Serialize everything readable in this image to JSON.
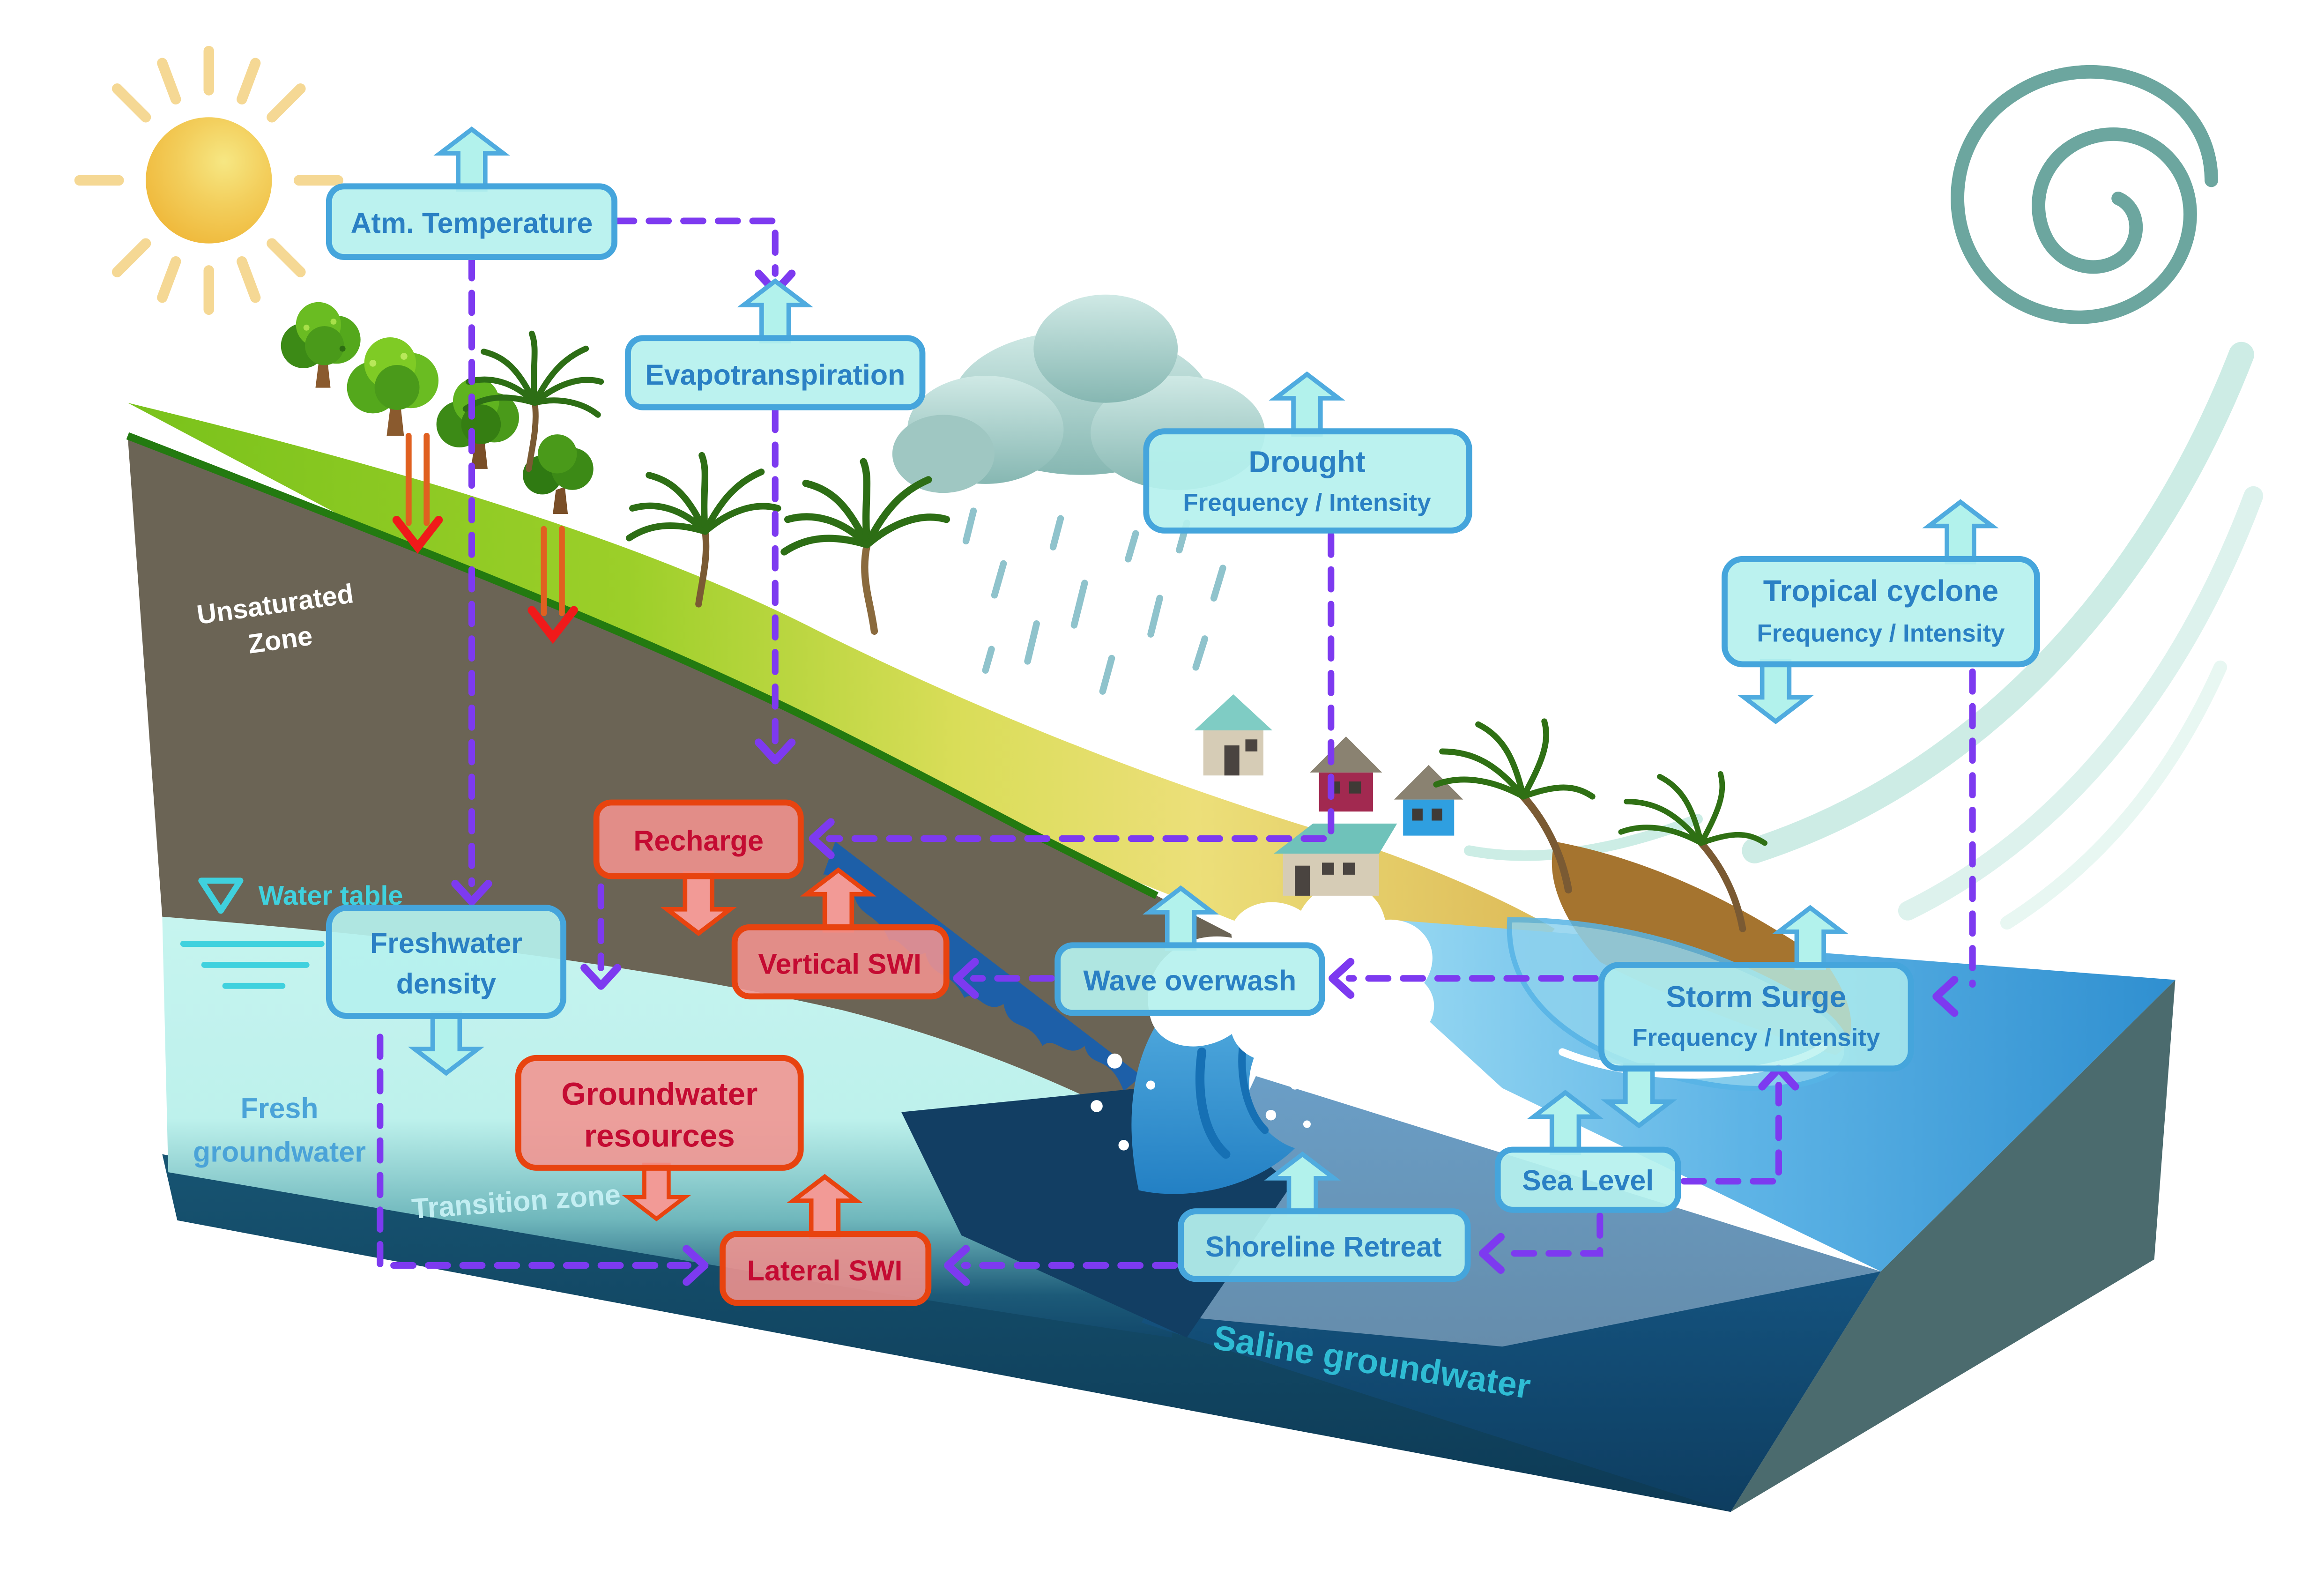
{
  "boxes": {
    "atm_temperature": {
      "label": "Atm. Temperature"
    },
    "evapotranspiration": {
      "label": "Evapotranspiration"
    },
    "drought": {
      "label": "Drought",
      "sublabel": "Frequency / Intensity"
    },
    "tropical_cyclone": {
      "label": "Tropical cyclone",
      "sublabel": "Frequency / Intensity"
    },
    "storm_surge": {
      "label": "Storm Surge",
      "sublabel": "Frequency / Intensity"
    },
    "wave_overwash": {
      "label": "Wave overwash"
    },
    "sea_level": {
      "label": "Sea Level"
    },
    "shoreline_retreat": {
      "label": "Shoreline Retreat"
    },
    "recharge": {
      "label": "Recharge"
    },
    "vertical_swi": {
      "label": "Vertical SWI"
    },
    "lateral_swi": {
      "label": "Lateral SWI"
    },
    "freshwater_density": {
      "line1": "Freshwater",
      "line2": "density"
    },
    "groundwater_resources": {
      "line1": "Groundwater",
      "line2": "resources"
    }
  },
  "labels": {
    "unsaturated_zone_line1": "Unsaturated",
    "unsaturated_zone_line2": "Zone",
    "water_table": "Water table",
    "fresh_groundwater_line1": "Fresh",
    "fresh_groundwater_line2": "groundwater",
    "transition_zone": "Transition zone",
    "saline_groundwater": "Saline groundwater"
  },
  "links": [
    {
      "from": "atm_temperature",
      "to": "evapotranspiration"
    },
    {
      "from": "atm_temperature",
      "to": "freshwater_density"
    },
    {
      "from": "evapotranspiration",
      "to": "recharge"
    },
    {
      "from": "drought",
      "to": "recharge"
    },
    {
      "from": "recharge",
      "to": "groundwater_resources"
    },
    {
      "from": "tropical_cyclone",
      "to": "storm_surge"
    },
    {
      "from": "storm_surge",
      "to": "wave_overwash"
    },
    {
      "from": "wave_overwash",
      "to": "vertical_swi"
    },
    {
      "from": "sea_level",
      "to": "storm_surge"
    },
    {
      "from": "sea_level",
      "to": "shoreline_retreat"
    },
    {
      "from": "shoreline_retreat",
      "to": "lateral_swi"
    },
    {
      "from": "freshwater_density",
      "to": "lateral_swi"
    }
  ],
  "trend_arrows": {
    "atm_temperature": "up",
    "evapotranspiration": "up",
    "drought": "up",
    "tropical_cyclone": "up-down",
    "storm_surge": "up-down",
    "wave_overwash": "up",
    "sea_level": "up",
    "shoreline_retreat": "up",
    "freshwater_density": "down",
    "recharge": "down",
    "vertical_swi": "up",
    "lateral_swi": "up",
    "groundwater_resources": "down"
  },
  "colors": {
    "cyan_box_fill": "#b5f1ee",
    "cyan_box_border": "#45a5dc",
    "cyan_box_text": "#2a80c4",
    "red_box_fill": "#f2938f",
    "red_box_border": "#e8430f",
    "red_box_text": "#c40b32",
    "connector_purple": "#7d3af0",
    "infiltration_red": "#ee2020",
    "water_table_cyan": "#3fd1de",
    "saline_text_teal": "#2fbcd4"
  }
}
